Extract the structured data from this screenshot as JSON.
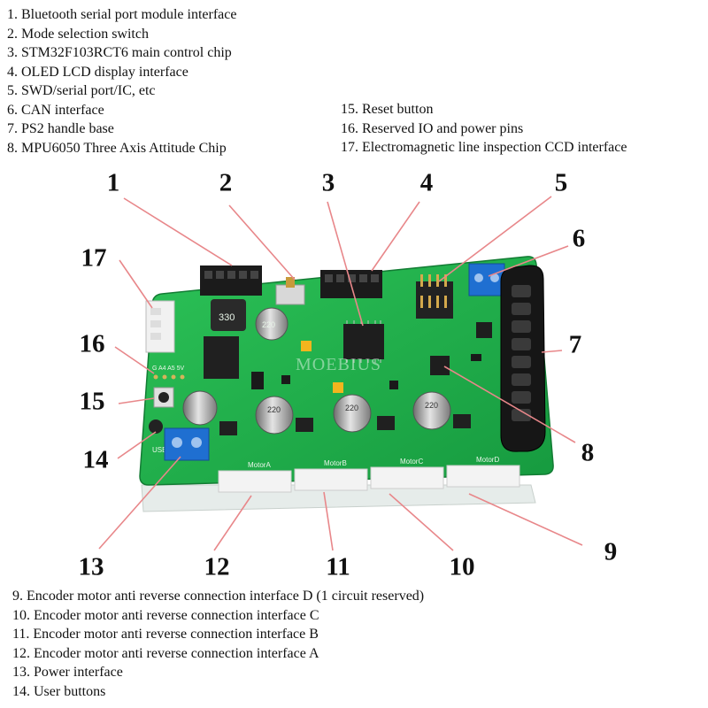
{
  "legend_top_left": [
    "1. Bluetooth serial port module interface",
    "2. Mode selection switch",
    "3. STM32F103RCT6 main control chip",
    "4. OLED LCD display interface",
    "5. SWD/serial port/IC, etc",
    "6. CAN interface",
    "7. PS2 handle base",
    "8. MPU6050 Three Axis Attitude Chip"
  ],
  "legend_top_right": [
    "15. Reset button",
    "16. Reserved IO and power pins",
    "17. Electromagnetic line inspection CCD interface"
  ],
  "legend_bottom": [
    "9. Encoder motor anti reverse connection interface D (1 circuit reserved)",
    "10. Encoder motor anti reverse connection interface C",
    "11. Encoder motor anti reverse connection interface B",
    "12. Encoder motor anti reverse connection interface A",
    "13. Power interface",
    "14. User buttons"
  ],
  "callouts": [
    {
      "num": "1"
    },
    {
      "num": "2"
    },
    {
      "num": "3"
    },
    {
      "num": "4"
    },
    {
      "num": "5"
    },
    {
      "num": "6"
    },
    {
      "num": "7"
    },
    {
      "num": "8"
    },
    {
      "num": "9"
    },
    {
      "num": "10"
    },
    {
      "num": "11"
    },
    {
      "num": "12"
    },
    {
      "num": "13"
    },
    {
      "num": "14"
    },
    {
      "num": "15"
    },
    {
      "num": "16"
    },
    {
      "num": "17"
    }
  ],
  "board": {
    "watermark": "MOEBIUS",
    "capacitor_text": "220",
    "motor_labels": [
      "MotorA",
      "MotorB",
      "MotorC",
      "MotorD"
    ],
    "silk_user": "USER",
    "silk_pins": "G A4 A5 5V",
    "inductor_text": "330",
    "colors": {
      "pcb": "#21b04b",
      "pcb_dark": "#1a8f3c",
      "header": "#1b1b1b",
      "terminal": "#1f6fd1",
      "leader": "#e8878a",
      "connector_white": "#f3f3f3"
    }
  }
}
